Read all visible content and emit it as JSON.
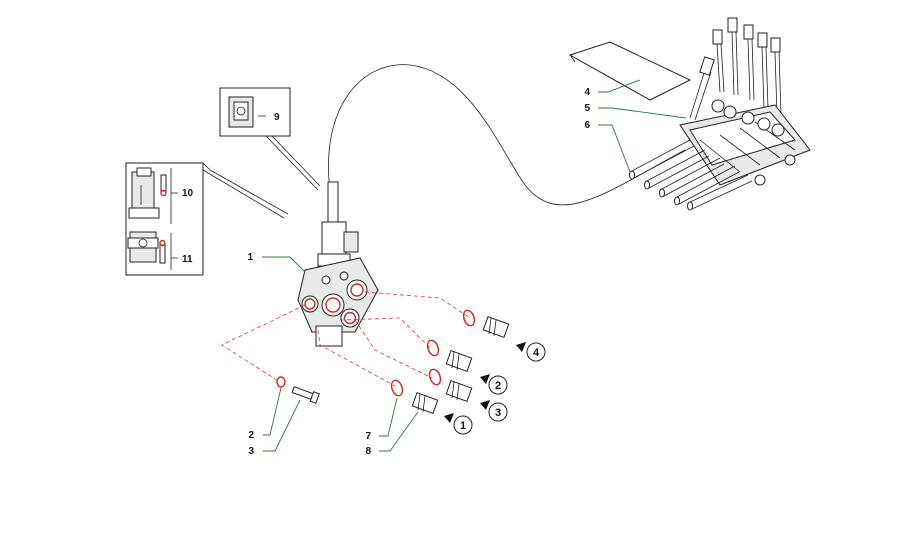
{
  "callouts": [
    {
      "id": "1",
      "text": "1"
    },
    {
      "id": "2",
      "text": "2"
    },
    {
      "id": "3",
      "text": "3"
    },
    {
      "id": "4",
      "text": "4"
    },
    {
      "id": "5",
      "text": "5"
    },
    {
      "id": "6",
      "text": "6"
    },
    {
      "id": "7",
      "text": "7"
    },
    {
      "id": "8",
      "text": "8"
    },
    {
      "id": "9",
      "text": "9"
    },
    {
      "id": "10",
      "text": "10"
    },
    {
      "id": "11",
      "text": "11"
    }
  ],
  "port_markers": [
    {
      "id": "m1",
      "text": "1"
    },
    {
      "id": "m2",
      "text": "2"
    },
    {
      "id": "m3",
      "text": "3"
    },
    {
      "id": "m4",
      "text": "4"
    }
  ],
  "colors": {
    "leader": "#2f7a35",
    "dashed_connection": "#d6393b",
    "port_ring": "#c8282b",
    "line_art": "#222222"
  }
}
